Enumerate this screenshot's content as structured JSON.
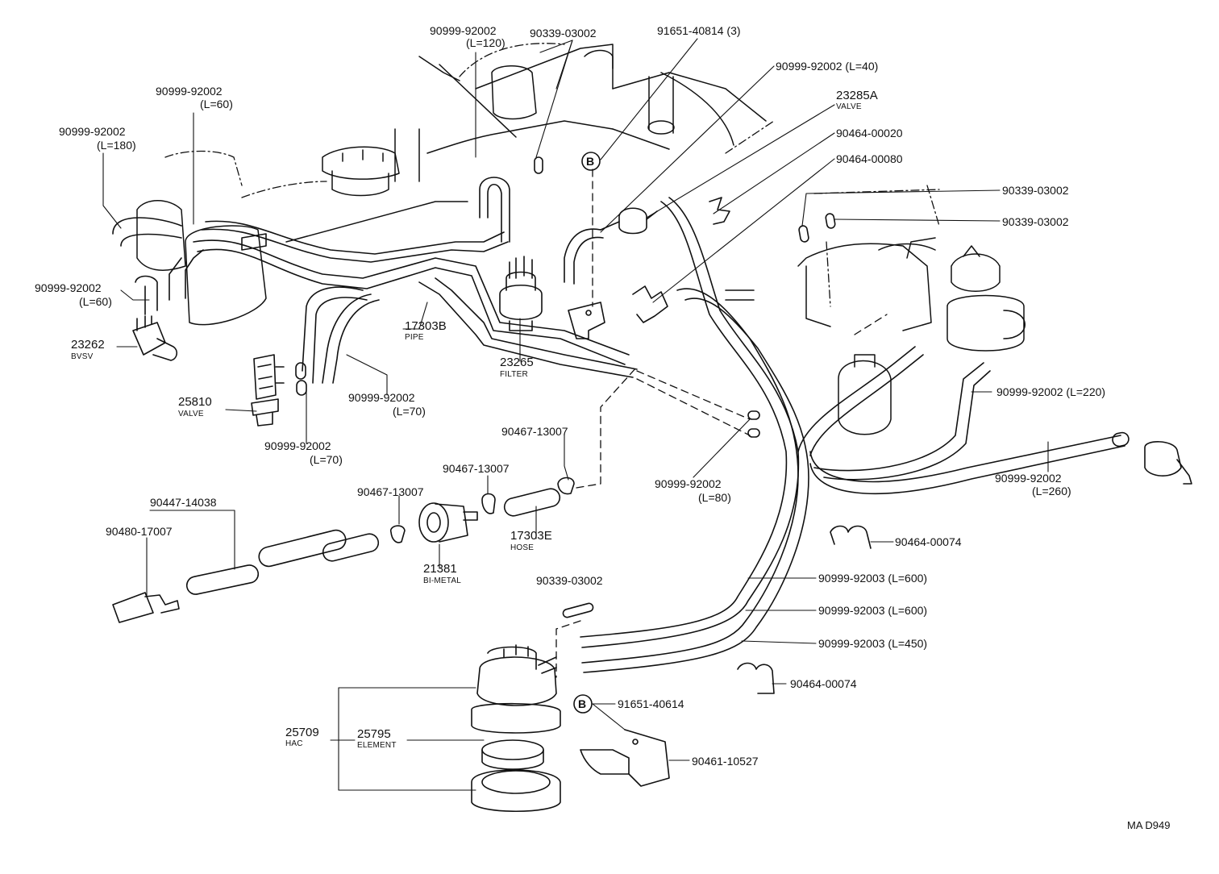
{
  "diagram_code": "MA D949",
  "callout_marker": "B",
  "labels": {
    "p1": "90999-92002",
    "p1_len": "(L=120)",
    "p2": "90339-03002",
    "p3": "91651-40814 (3)",
    "p4": "90999-92002 (L=40)",
    "p5": "23285A",
    "p5_sub": "VALVE",
    "p6": "90464-00020",
    "p7": "90464-00080",
    "p8": "90339-03002",
    "p9": "90339-03002",
    "p10": "90999-92002",
    "p10_len": "(L=60)",
    "p11": "90999-92002",
    "p11_len": "(L=180)",
    "p12": "90999-92002",
    "p12_len": "(L=60)",
    "p13": "23262",
    "p13_sub": "BVSV",
    "p14": "17303B",
    "p14_sub": "PIPE",
    "p15": "23265",
    "p15_sub": "FILTER",
    "p16": "25810",
    "p16_sub": "VALVE",
    "p17": "90999-92002",
    "p17_len": "(L=70)",
    "p18": "90999-92002",
    "p18_len": "(L=70)",
    "p19": "90999-92002 (L=220)",
    "p20": "90467-13007",
    "p21": "90467-13007",
    "p22": "90467-13007",
    "p23": "90999-92002",
    "p23_len": "(L=80)",
    "p24": "90999-92002",
    "p24_len": "(L=260)",
    "p25": "90447-14038",
    "p26": "90480-17007",
    "p27": "17303E",
    "p27_sub": "HOSE",
    "p28": "21381",
    "p28_sub": "BI-METAL",
    "p29": "90464-00074",
    "p30": "90999-92003 (L=600)",
    "p31": "90999-92003 (L=600)",
    "p32": "90339-03002",
    "p33": "90999-92003 (L=450)",
    "p34": "90464-00074",
    "p35": "91651-40614",
    "p36": "25709",
    "p36_sub": "HAC",
    "p37": "25795",
    "p37_sub": "ELEMENT",
    "p38": "90461-10527"
  }
}
